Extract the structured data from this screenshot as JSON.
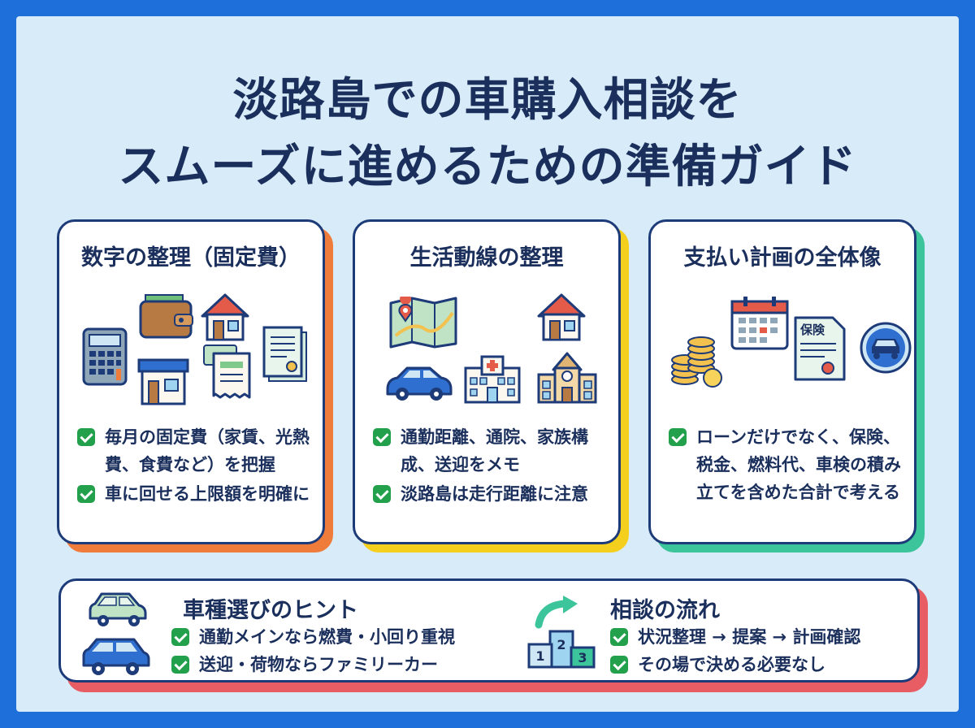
{
  "title": {
    "line1": "淡路島での車購入相談を",
    "line2": "スムーズに進めるための準備ガイド"
  },
  "cards": [
    {
      "title": "数字の整理（固定費）",
      "icons": [
        "calculator-icon",
        "wallet-icon",
        "house-icon",
        "shop-icon",
        "receipt-icon",
        "document-icon"
      ],
      "checks": [
        "毎月の固定費（家賃、光熱費、食費など）を把握",
        "車に回せる上限額を明確に"
      ]
    },
    {
      "title": "生活動線の整理",
      "icons": [
        "map-icon",
        "house-icon",
        "car-icon",
        "hospital-icon",
        "school-icon"
      ],
      "checks": [
        "通勤距離、通院、家族構成、送迎をメモ",
        "淡路島は走行距離に注意"
      ]
    },
    {
      "title": "支払い計画の全体像",
      "icons": [
        "coins-icon",
        "calendar-icon",
        "insurance-document-icon",
        "car-badge-icon"
      ],
      "insurance_label": "保険",
      "checks": [
        "ローンだけでなく、保険、税金、燃料代、車検の積み立てを含めた合計で考える"
      ]
    }
  ],
  "bottom": {
    "hint": {
      "title": "車種選びのヒント",
      "checks": [
        "通勤メインなら燃費・小回り重視",
        "送迎・荷物ならファミリーカー"
      ]
    },
    "flow": {
      "title": "相談の流れ",
      "podium": [
        "1",
        "2",
        "3"
      ],
      "checks": [
        "状況整理 → 提案 → 計画確認",
        "その場で決める必要なし"
      ]
    }
  },
  "colors": {
    "navy": "#1b2f5c",
    "border_blue": "#1e6fd9",
    "card1_accent": "#f07c3c",
    "card2_accent": "#f5cf1e",
    "card3_accent": "#3cc59a",
    "bottom_accent": "#e85c64",
    "check_green": "#22a04b"
  }
}
